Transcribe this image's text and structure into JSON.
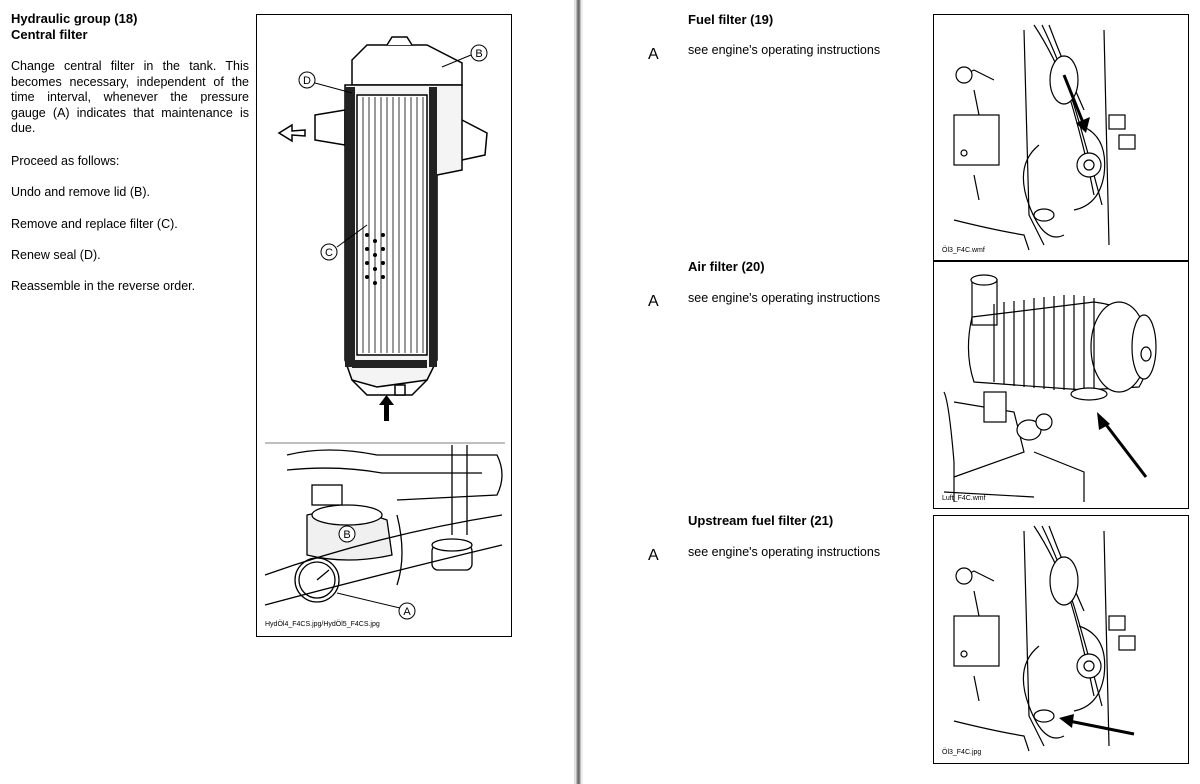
{
  "left": {
    "heading_line1": "Hydraulic group (18)",
    "heading_line2": "Central filter",
    "intro": "Change central filter in the tank. This becomes necessary, independent of the time interval, whenever the pressure gauge (A) indicates that maintenance is due.",
    "proceed": "Proceed as follows:",
    "step1": "Undo and remove lid (B).",
    "step2": "Remove and replace filter (C).",
    "step3": "Renew seal (D).",
    "step4": "Reassemble in the reverse order.",
    "figure": {
      "label_b": "B",
      "label_c": "C",
      "label_d": "D",
      "label_b2": "B",
      "label_a": "A",
      "caption": "HydÖl4_F4CS.jpg/HydÖl5_F4CS.jpg"
    }
  },
  "right": {
    "sections": [
      {
        "title": "Fuel filter (19)",
        "marker": "A",
        "text": "see engine's operating instructions",
        "caption": "Öl3_F4C.wmf"
      },
      {
        "title": "Air filter (20)",
        "marker": "A",
        "text": "see engine's operating instructions",
        "caption": "Luft_F4C.wmf"
      },
      {
        "title": "Upstream fuel filter (21)",
        "marker": "A",
        "text": "see engine's operating instructions",
        "caption": "Öl3_F4C.jpg"
      }
    ]
  }
}
